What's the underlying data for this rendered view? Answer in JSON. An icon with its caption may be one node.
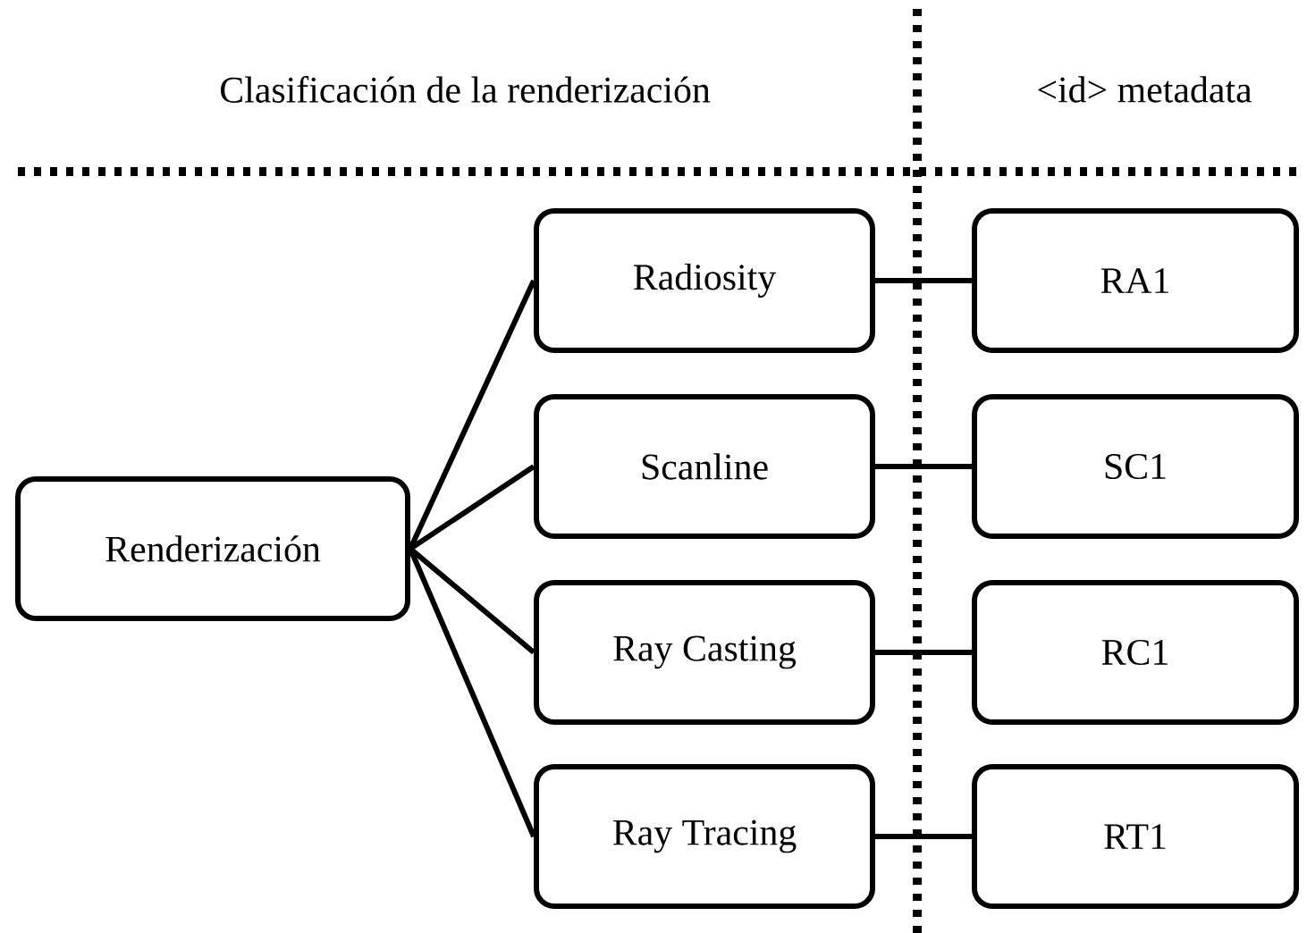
{
  "diagram": {
    "nodes": [
      {
        "text": [
          "Renderización"
        ]
      },
      {
        "text": [
          "Radiosity"
        ]
      },
      {
        "text": [
          "Scanline"
        ]
      },
      {
        "text": [
          "Ray Casting"
        ]
      },
      {
        "text": [
          "Ray Tracing"
        ]
      },
      {
        "text": [
          "RA1"
        ]
      },
      {
        "text": [
          "SC1"
        ]
      },
      {
        "text": [
          "RC1"
        ]
      },
      {
        "text": [
          "RT1"
        ]
      }
    ],
    "edges": [
      {
        "from": 0,
        "to": 1,
        "arrow": "none"
      },
      {
        "from": 0,
        "to": 2,
        "arrow": "none"
      },
      {
        "from": 0,
        "to": 3,
        "arrow": "none"
      },
      {
        "from": 0,
        "to": 4,
        "arrow": "none"
      },
      {
        "from": 1,
        "to": 5,
        "arrow": "none"
      },
      {
        "from": 2,
        "to": 6,
        "arrow": "none"
      },
      {
        "from": 3,
        "to": 7,
        "arrow": "none"
      },
      {
        "from": 4,
        "to": 8,
        "arrow": "none"
      }
    ],
    "labels": [
      "Clasificación de la renderización",
      "<id> metadata"
    ]
  }
}
